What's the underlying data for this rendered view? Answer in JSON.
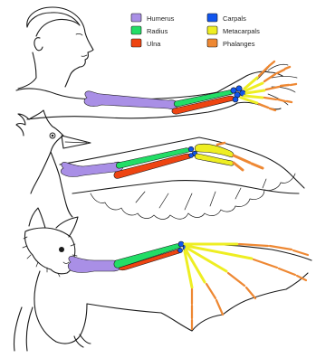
{
  "legend": {
    "items": [
      {
        "label": "Humerus",
        "color": "#a98fe6"
      },
      {
        "label": "Radius",
        "color": "#22dd66"
      },
      {
        "label": "Ulna",
        "color": "#ee4411"
      },
      {
        "label": "Carpals",
        "color": "#1155ee"
      },
      {
        "label": "Metacarpals",
        "color": "#eeee22"
      },
      {
        "label": "Phalanges",
        "color": "#ee8833"
      }
    ]
  },
  "illustration": {
    "panels": [
      "human-arm",
      "bird-wing",
      "bat-wing"
    ]
  }
}
